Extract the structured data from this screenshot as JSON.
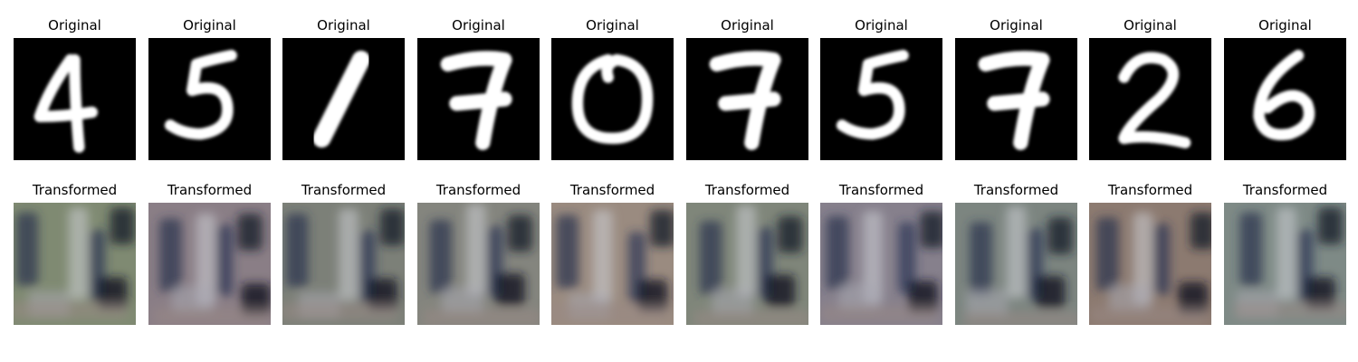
{
  "labels": {
    "original": "Original",
    "transformed": "Transformed"
  },
  "columns": [
    {
      "digit": "4",
      "icon": "digit-4-handwritten",
      "tint": "#7f8a72"
    },
    {
      "digit": "5",
      "icon": "digit-5-handwritten",
      "tint": "#8a7e86"
    },
    {
      "digit": "1",
      "icon": "digit-1-handwritten",
      "tint": "#7c8078"
    },
    {
      "digit": "7",
      "icon": "digit-7-handwritten",
      "tint": "#84857e"
    },
    {
      "digit": "0",
      "icon": "digit-0-handwritten",
      "tint": "#9a8b80"
    },
    {
      "digit": "7",
      "icon": "digit-7-handwritten",
      "tint": "#7f867a"
    },
    {
      "digit": "5",
      "icon": "digit-5-handwritten",
      "tint": "#86808c"
    },
    {
      "digit": "7",
      "icon": "digit-7-handwritten",
      "tint": "#7c8580"
    },
    {
      "digit": "2",
      "icon": "digit-2-handwritten",
      "tint": "#8c7a70"
    },
    {
      "digit": "6",
      "icon": "digit-6-handwritten",
      "tint": "#7e8a86"
    }
  ],
  "colors": {
    "background": "#ffffff",
    "digit_background": "#000000",
    "digit_stroke": "#ffffff"
  }
}
